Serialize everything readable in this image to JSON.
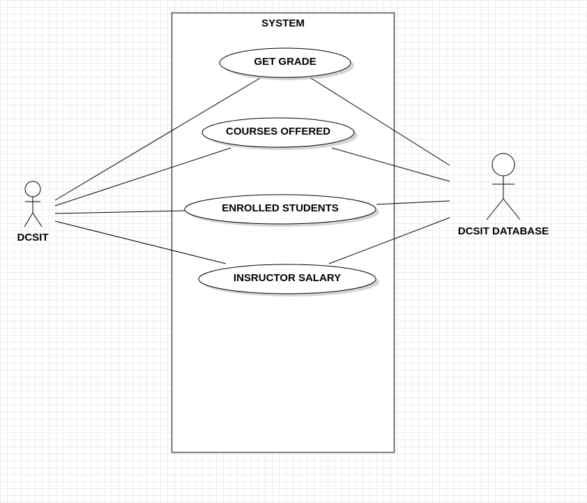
{
  "system": {
    "title": "SYSTEM"
  },
  "use_cases": {
    "get_grade": "GET GRADE",
    "courses_offered": "COURSES OFFERED",
    "enrolled_students": "ENROLLED STUDENTS",
    "instructor_salary": "INSRUCTOR SALARY"
  },
  "actors": {
    "left": "DCSIT",
    "right": "DCSIT DATABASE"
  },
  "colors": {
    "stroke": "#000000",
    "boundary": "#555555",
    "shadow": "#d6d6d6",
    "grid": "#ececec"
  }
}
